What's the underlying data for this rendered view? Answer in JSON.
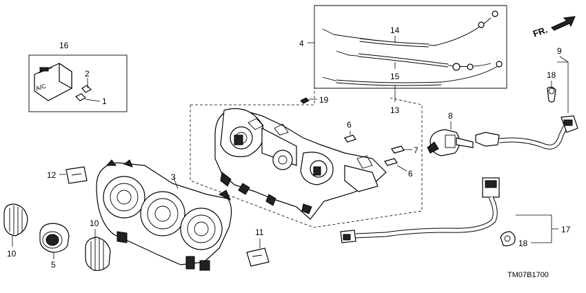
{
  "diagram_code": "TM07B1700",
  "direction_label": "FR.",
  "callouts": [
    "1",
    "2",
    "3",
    "4",
    "5",
    "6",
    "6",
    "7",
    "8",
    "9",
    "10",
    "10",
    "11",
    "12",
    "13",
    "14",
    "15",
    "16",
    "17",
    "18",
    "18",
    "19"
  ]
}
